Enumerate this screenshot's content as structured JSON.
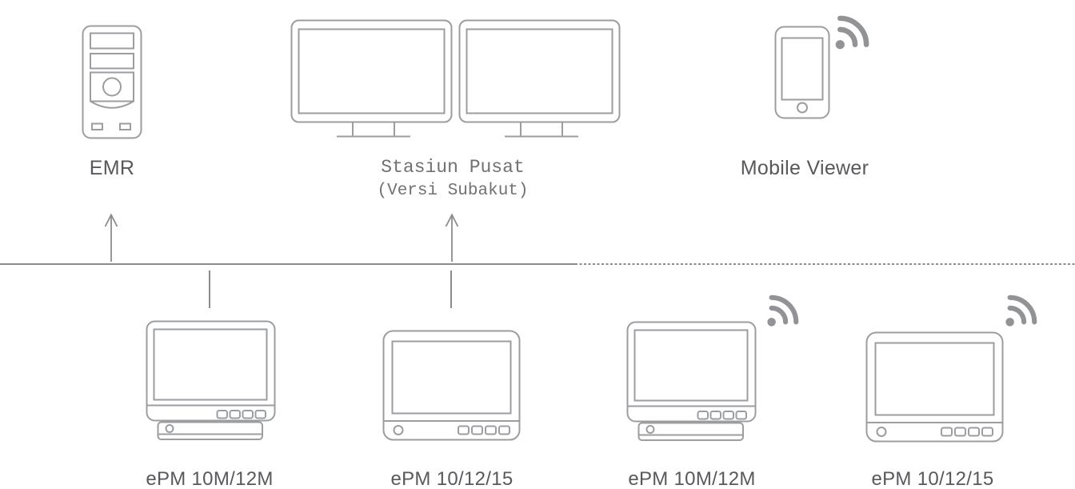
{
  "devices": {
    "emr": {
      "label": "EMR"
    },
    "central_station": {
      "label": "Stasiun Pusat",
      "sublabel": "(Versi Subakut)"
    },
    "mobile_viewer": {
      "label": "Mobile Viewer"
    },
    "monitor_1": {
      "label": "ePM 10M/12M"
    },
    "monitor_2": {
      "label": "ePM 10/12/15"
    },
    "monitor_3": {
      "label": "ePM 10M/12M"
    },
    "monitor_4": {
      "label": "ePM 10/12/15"
    }
  },
  "icons": {
    "emr": "desktop-tower-icon",
    "central_station": "dual-monitor-icon",
    "mobile_viewer": "smartphone-icon",
    "wireless": "wifi-signal-icon",
    "monitor_docked": "patient-monitor-docked-icon",
    "monitor_tablet": "patient-monitor-icon",
    "uplink": "up-arrow-icon",
    "network_wired": "solid-bus-line",
    "network_wireless": "dotted-bus-line"
  },
  "colors": {
    "icon_stroke": "#9b9da0",
    "connector": "#8a8c8f",
    "wifi": "#919396",
    "label_text": "#58595c",
    "central_label_text": "#707174"
  }
}
